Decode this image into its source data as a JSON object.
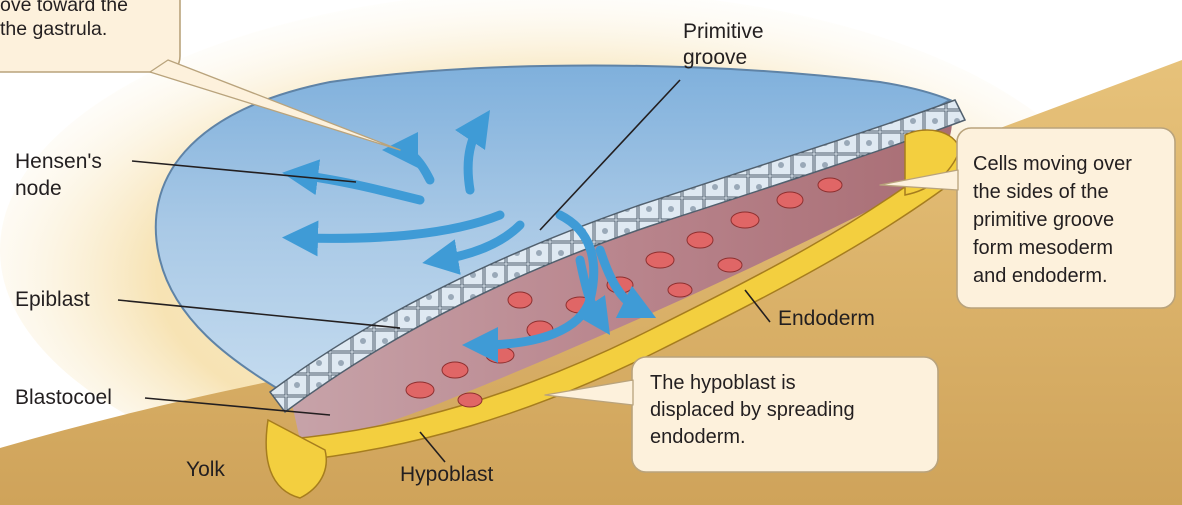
{
  "labels": {
    "primitive_groove": [
      "Primitive",
      "groove"
    ],
    "hensens_node": [
      "Hensen's",
      "node"
    ],
    "epiblast": "Epiblast",
    "blastocoel": "Blastocoel",
    "yolk": "Yolk",
    "hypoblast": "Hypoblast",
    "endoderm": "Endoderm"
  },
  "callouts": {
    "top_left": [
      "ove toward the",
      "the gastrula."
    ],
    "right": [
      "Cells moving over",
      "the sides of the",
      "primitive groove",
      "form mesoderm",
      "and endoderm."
    ],
    "bottom": [
      "The hypoblast is",
      "displaced by spreading",
      "endoderm."
    ]
  },
  "colors": {
    "epiblast_blue": "#a9c9e6",
    "arrow_blue": "#3f9bd6",
    "mesoderm_red": "#e06666",
    "hypoblast_yellow": "#f3cf3f",
    "yolk_tan": "#d9b26b",
    "callout_fill": "#fdf1dc",
    "callout_stroke": "#b9a37c"
  }
}
